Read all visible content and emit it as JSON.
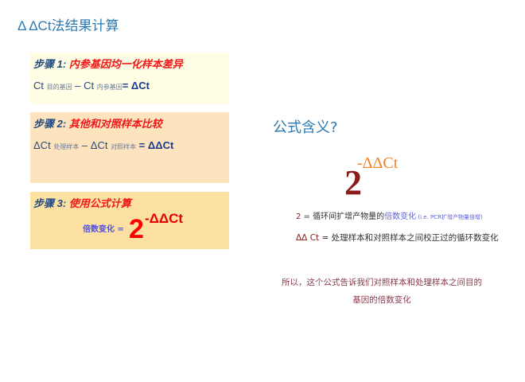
{
  "title": "Δ ΔCt法结果计算",
  "steps": [
    {
      "num": "步骤 1:",
      "text": "内参基因均一化样本差异",
      "eq": {
        "a": "Ct",
        "a_sub": "目的基因",
        "op": " – Ct ",
        "b_sub": "内参基因",
        "res": "= ΔCt"
      }
    },
    {
      "num": "步骤 2:",
      "text": "其他和对照样本比较",
      "eq": {
        "a": "ΔCt",
        "a_sub": "处理样本",
        "op": "  – ΔCt ",
        "b_sub": "对照样本",
        "res": " = ΔΔCt"
      }
    },
    {
      "num": "步骤 3:",
      "text": "使用公式计算",
      "fold_label": "倍数变化 =",
      "base": "2",
      "exp": "-ΔΔCt"
    }
  ],
  "right": {
    "question": "公式含义?",
    "base": "2",
    "exp": "-ΔΔCt",
    "line1": {
      "key": "2",
      "eq": " = 循环间扩增产物量的",
      "hl": "倍数变化",
      "small": " (i.e. PCR扩增产物量倍增)"
    },
    "line2": {
      "key": "ΔΔ Ct",
      "eq": " = 处理样本和对照样本之间校正过的循环数变化"
    },
    "conclusion1": "所以，这个公式告诉我们对照样本和处理样本之间目的",
    "conclusion2": "基因的倍数变化"
  }
}
